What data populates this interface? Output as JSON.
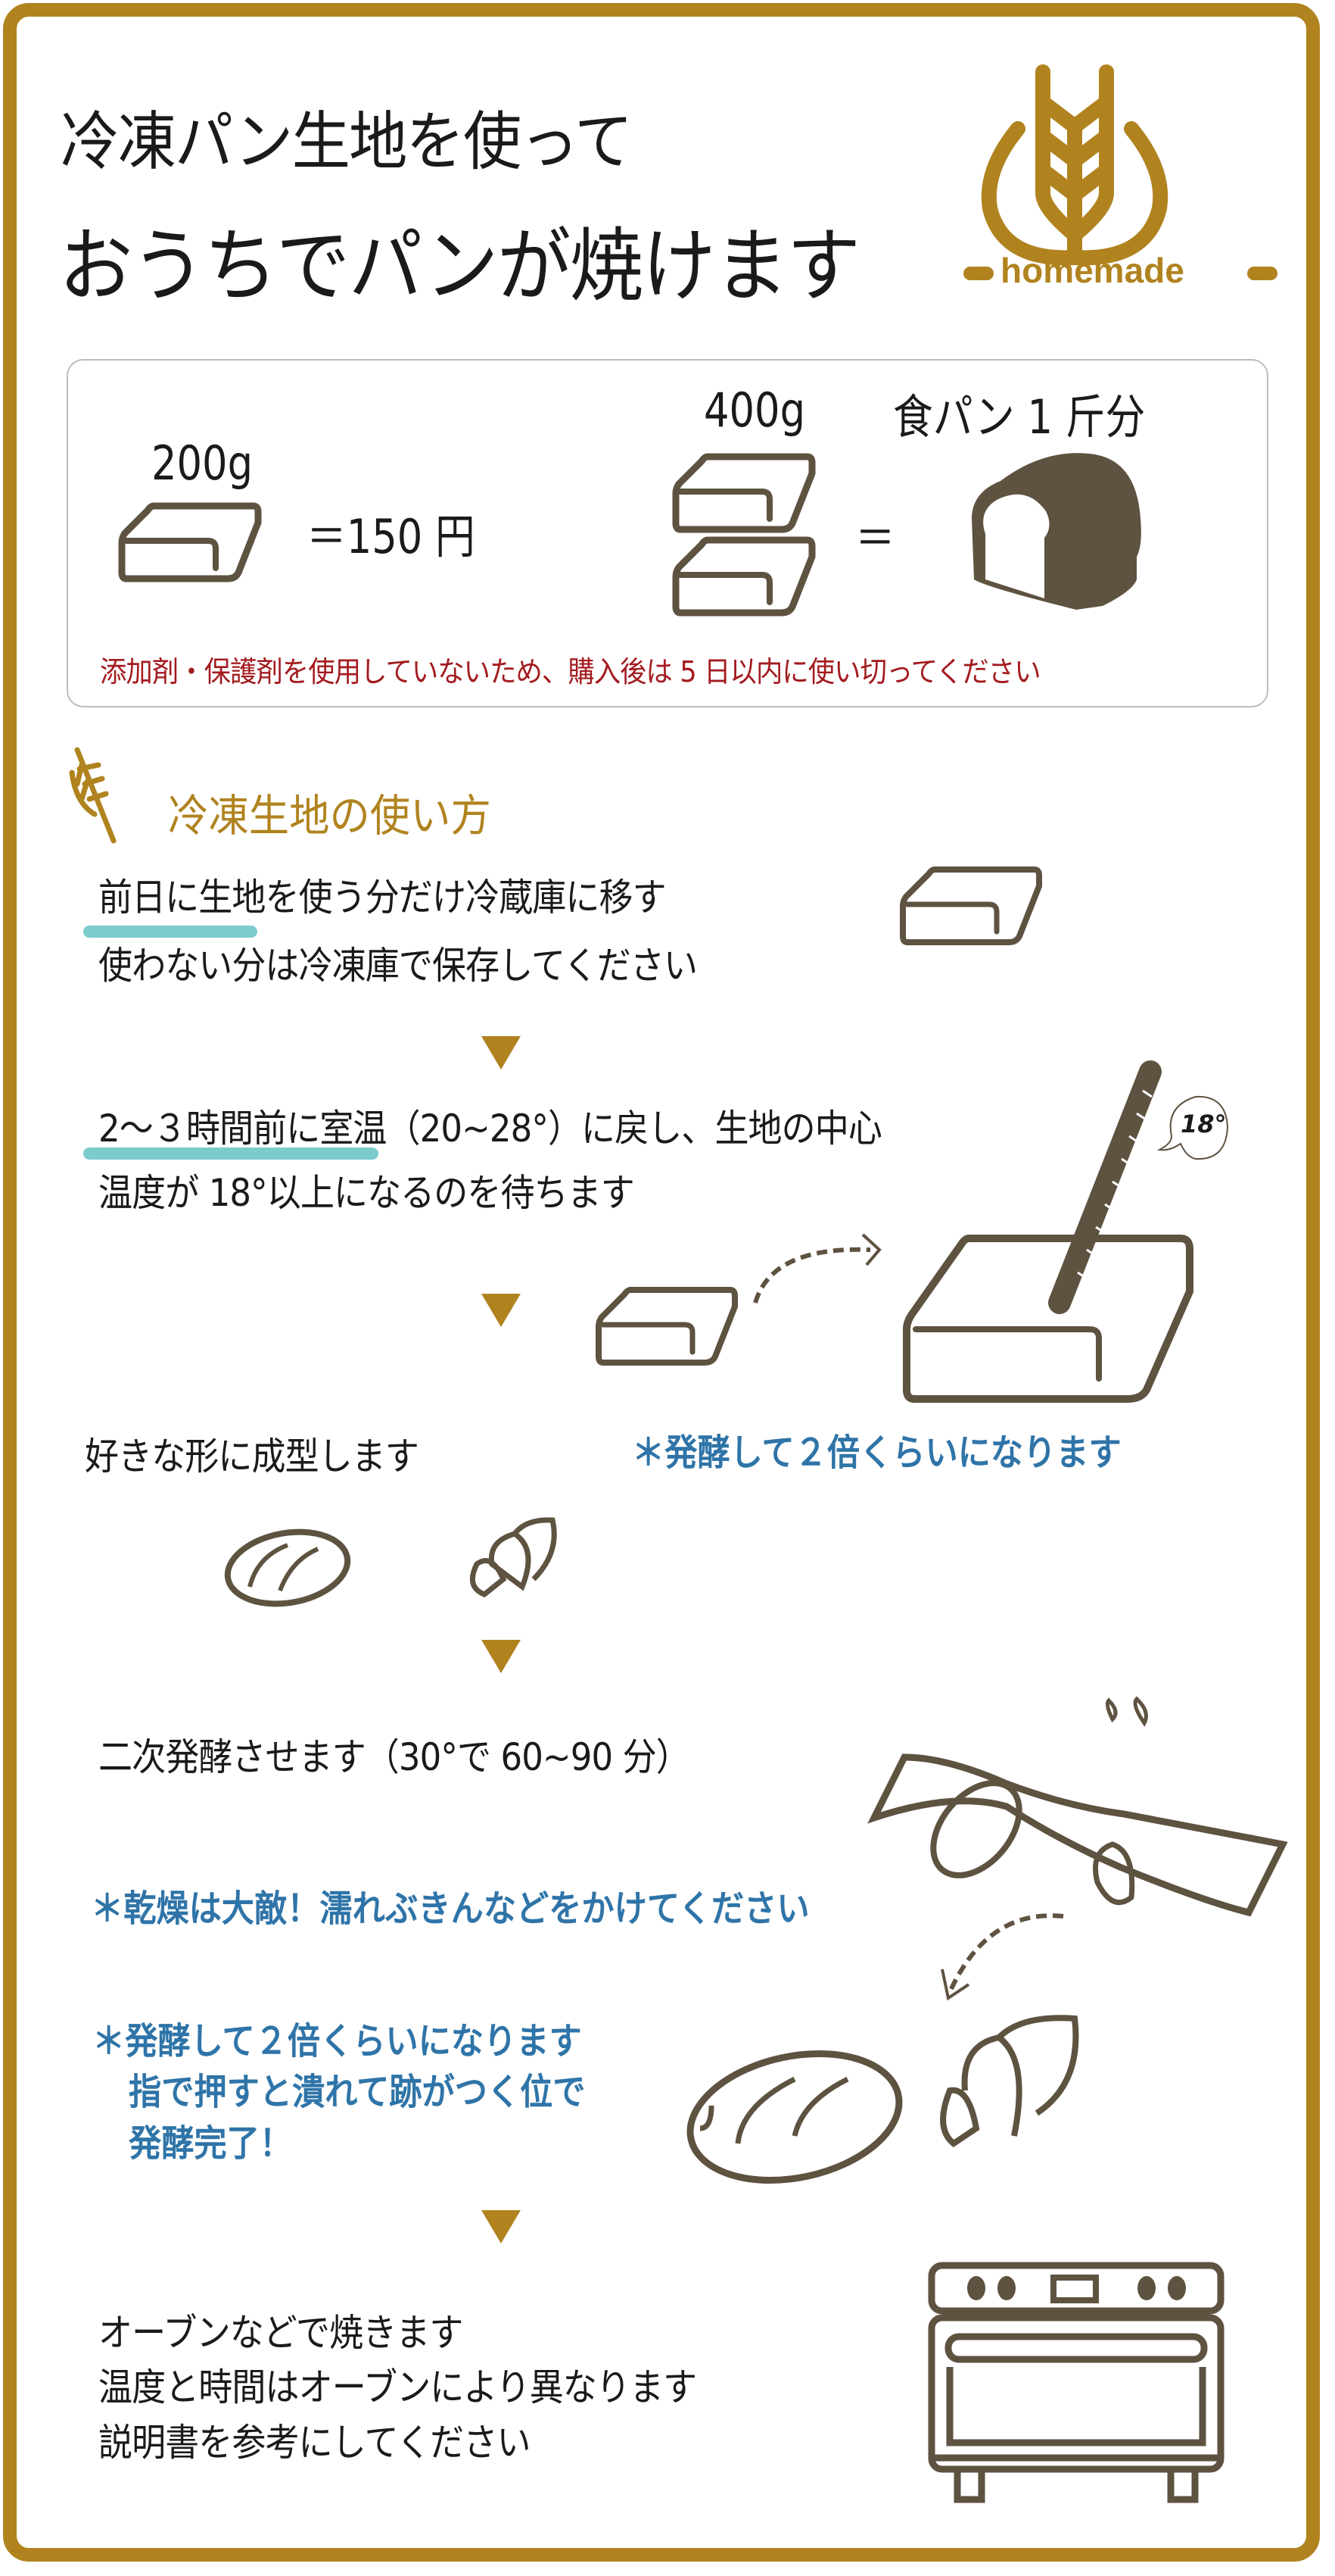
{
  "header": {
    "title_line1": "冷凍パン生地を使って",
    "title_line2": "おうちでパンが焼けます",
    "logo_text": "homemade"
  },
  "info_box": {
    "small_weight": "200g",
    "small_price": "＝150 円",
    "large_weight": "400g",
    "equals": "＝",
    "bread_label": "食パン 1 斤分",
    "warning": "添加剤・保護剤を使用していないため、購入後は 5 日以内に使い切ってください"
  },
  "section": {
    "heading": "冷凍生地の使い方"
  },
  "steps": [
    {
      "line1": "前日に生地を使う分だけ冷蔵庫に移す",
      "line2": "使わない分は冷凍庫で保存してください"
    },
    {
      "line1": "2～３時間前に室温（20~28°）に戻し、生地の中心",
      "line2": "温度が 18°以上になるのを待ちます",
      "thermometer_reading": "18°"
    },
    {
      "line1": "好きな形に成型します",
      "note": "＊発酵して２倍くらいになります"
    },
    {
      "line1": "二次発酵させます（30°で 60~90 分）",
      "note": "＊乾燥は大敵！濡れぶきんなどをかけてください",
      "note2_lines": [
        "＊発酵して２倍くらいになります",
        "指で押すと潰れて跡がつく位で",
        "発酵完了！"
      ]
    },
    {
      "line1": "オーブンなどで焼きます",
      "line2": "温度と時間はオーブンにより異なります",
      "line3": "説明書を参考にしてください"
    }
  ],
  "colors": {
    "gold": "#B0831F",
    "brown": "#5E5240",
    "teal": "#7CCBCD",
    "red": "#A31B1F",
    "blue": "#2F74A8"
  }
}
